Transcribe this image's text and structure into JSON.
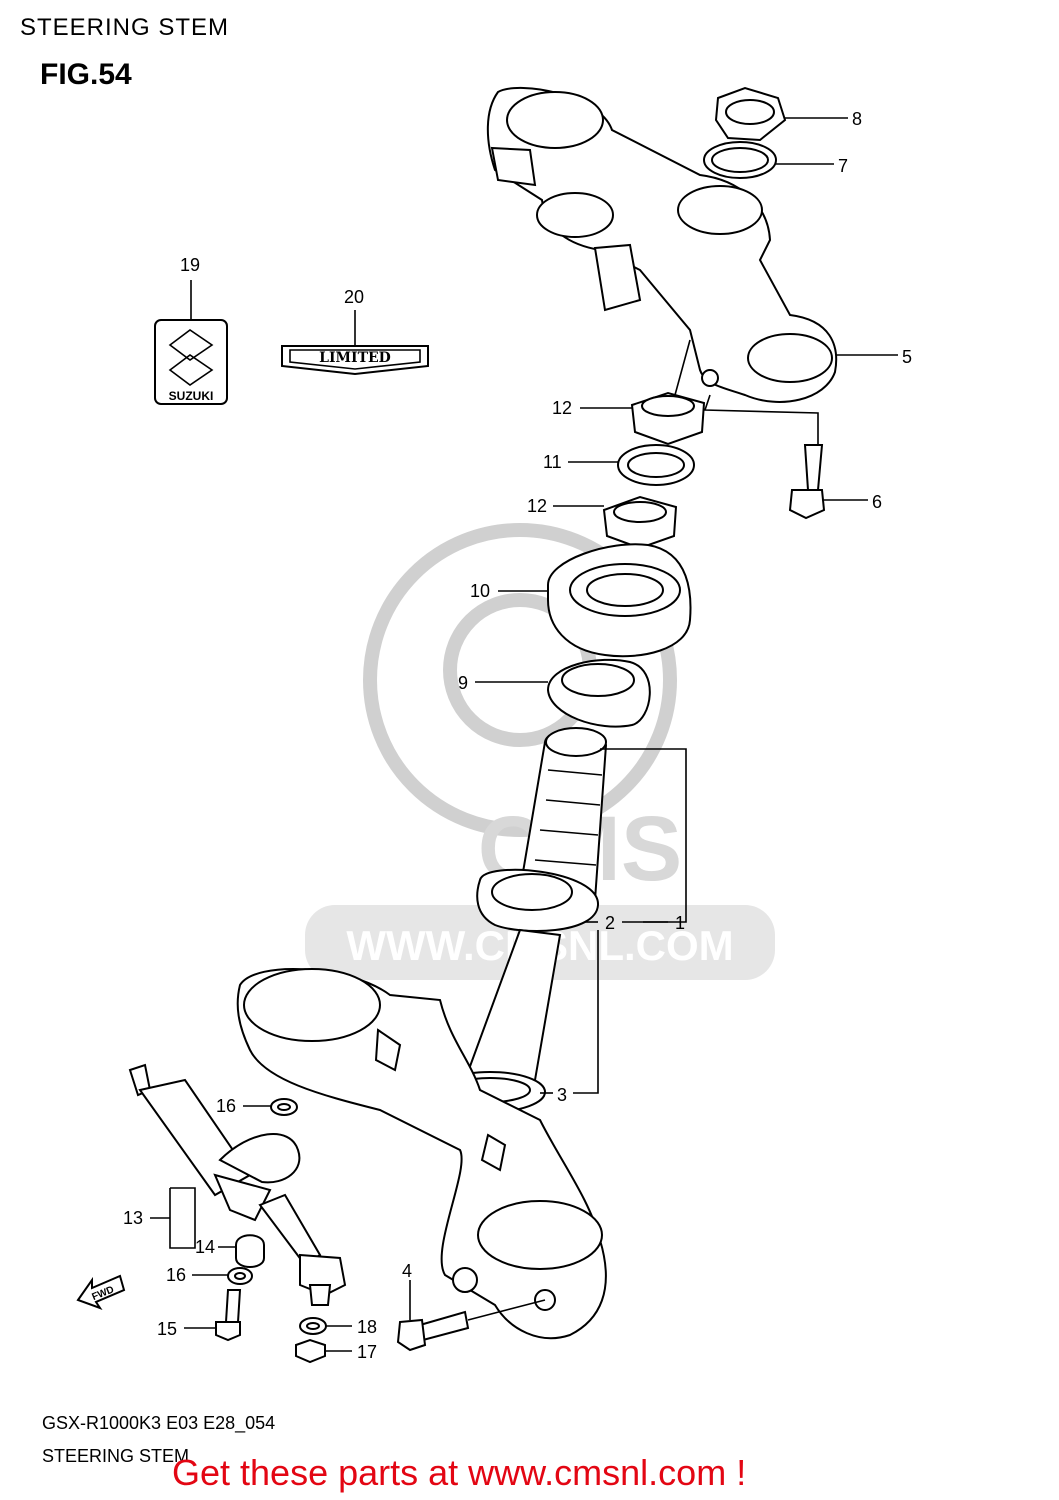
{
  "page": {
    "header": "STEERING STEM",
    "figure_label": "FIG.54",
    "model_code": "GSX-R1000K3 E03 E28_054",
    "section_name": "STEERING STEM",
    "call_to_action": "Get these parts at www.cmsnl.com !",
    "cta_color": "#e30613"
  },
  "watermark": {
    "brand": "CMS",
    "url": "WWW.CMSNL.COM"
  },
  "emblems": {
    "suzuki_text": "SUZUKI",
    "limited_text": "LIMITED"
  },
  "direction_arrow": "FWD",
  "callouts": {
    "c1": "1",
    "c2": "2",
    "c3": "3",
    "c4": "4",
    "c5": "5",
    "c6": "6",
    "c7": "7",
    "c8": "8",
    "c9": "9",
    "c10": "10",
    "c11": "11",
    "c12a": "12",
    "c12b": "12",
    "c13": "13",
    "c14": "14",
    "c15": "15",
    "c16a": "16",
    "c16b": "16",
    "c17": "17",
    "c18": "18",
    "c19": "19",
    "c20": "20"
  }
}
